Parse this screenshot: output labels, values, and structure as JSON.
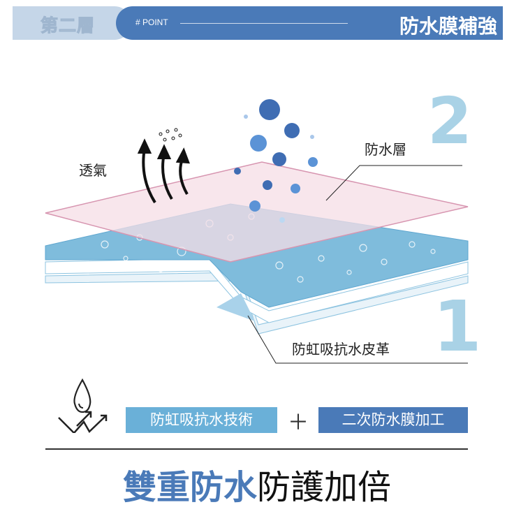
{
  "header": {
    "layer": "第二層",
    "tag": "# POINT",
    "title": "防水膜補強"
  },
  "diagram": {
    "breathable": "透氣",
    "layer2_label": "防水層",
    "layer2_number": "2",
    "layer1_label": "防虹吸抗水皮革",
    "layer1_number": "1"
  },
  "features": {
    "badge1": "防虹吸抗水技術",
    "plus": "＋",
    "badge2": "二次防水膜加工"
  },
  "tagline": {
    "highlight": "雙重防水",
    "rest": "防護加倍"
  },
  "colors": {
    "primary": "#4a7ab8",
    "light": "#6ab0d8",
    "pink": "#f6dde6"
  }
}
